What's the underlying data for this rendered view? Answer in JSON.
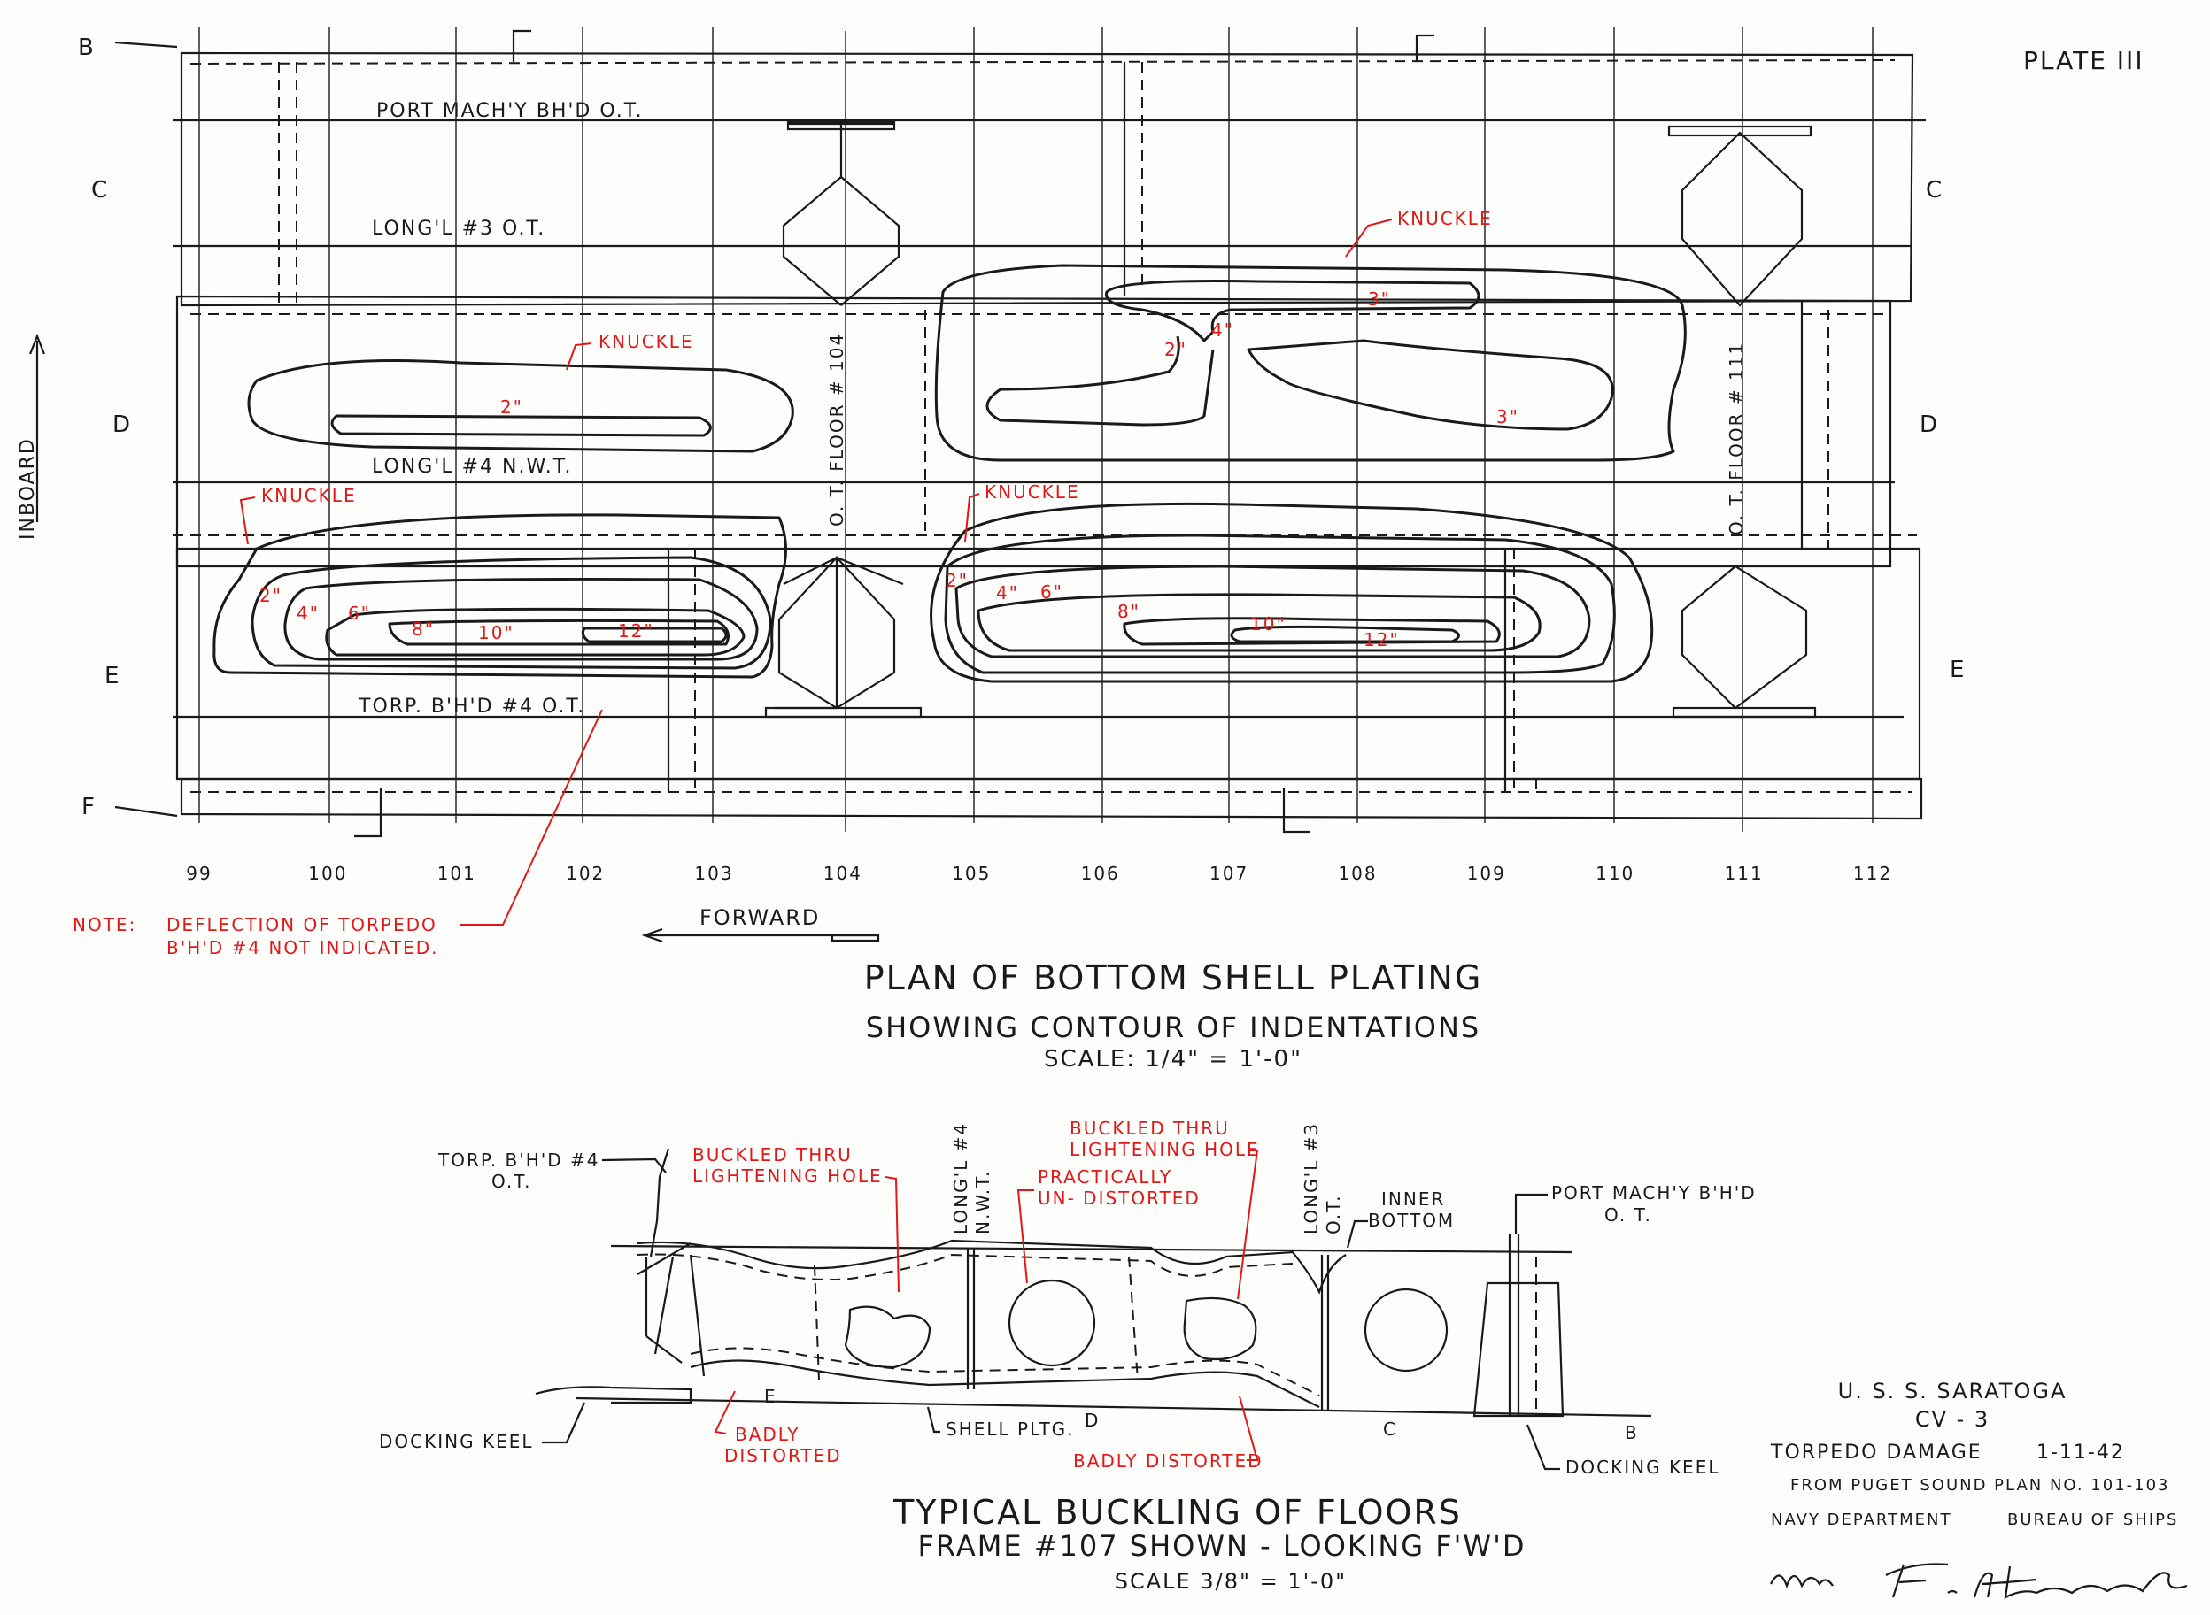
{
  "plate": "PLATE  III",
  "inboard_label": "INBOARD",
  "forward_label": "FORWARD",
  "row_letters": {
    "B": "B",
    "C": "C",
    "D": "D",
    "E": "E",
    "F": "F"
  },
  "frames": [
    "99",
    "100",
    "101",
    "102",
    "103",
    "104",
    "105",
    "106",
    "107",
    "108",
    "109",
    "110",
    "111",
    "112"
  ],
  "plan": {
    "bulkheads": {
      "port": "PORT  MACH'Y  BH'D  O.T.",
      "long3": "LONG'L #3   O.T.",
      "long4": "LONG'L #4   N.W.T.",
      "torp": "TORP.  B'H'D #4  O.T."
    },
    "floor104": "O. T.  FLOOR # 104",
    "floor111": "O. T.  FLOOR # 111",
    "knuckle": "KNUCKLE",
    "contour_labels": {
      "d_left": "2\"",
      "d_r1": "2\"",
      "d_r2": "4\"",
      "d_r3": "3\"",
      "d_r4": "3\"",
      "e_l": [
        "2\"",
        "4\"",
        "6\"",
        "8\"",
        "10\"",
        "12\""
      ],
      "e_r": [
        "2\"",
        "4\"",
        "6\"",
        "8\"",
        "10\"",
        "12\""
      ]
    },
    "note_lead": "NOTE:",
    "note_line1": "DEFLECTION  OF  TORPEDO",
    "note_line2": "B'H'D #4  NOT  INDICATED.",
    "title": "PLAN  OF  BOTTOM  SHELL  PLATING",
    "subtitle": "SHOWING  CONTOUR  OF  INDENTATIONS",
    "scale": "SCALE:   1/4\" = 1'-0\""
  },
  "section": {
    "torp_line1": "TORP. B'H'D #4",
    "torp_line2": "O.T.",
    "buckled1_line1": "BUCKLED THRU",
    "buckled1_line2": "LIGHTENING HOLE",
    "long4_line1": "LONG'L #4",
    "long4_line2": "N.W.T.",
    "practically_line1": "PRACTICALLY",
    "practically_line2": "UN- DISTORTED",
    "buckled2_line1": "BUCKLED  THRU",
    "buckled2_line2": "LIGHTENING  HOLE",
    "long3_line1": "LONG'L #3",
    "long3_line2": "O.T.",
    "inner_line1": "INNER",
    "inner_line2": "BOTTOM",
    "port_line1": "PORT MACH'Y B'H'D",
    "port_line2": "O. T.",
    "docking_keel": "DOCKING KEEL",
    "badly1_line1": "BADLY",
    "badly1_line2": "DISTORTED",
    "shell": "SHELL PLTG.",
    "badly2": "BADLY  DISTORTED",
    "letters": {
      "E": "E",
      "D": "D",
      "C": "C",
      "B": "B"
    },
    "title": "TYPICAL  BUCKLING  OF  FLOORS",
    "subtitle": "FRAME #107 SHOWN - LOOKING  F'W'D",
    "scale": "SCALE  3/8\" = 1'-0\""
  },
  "titleblock": {
    "ship": "U. S. S. SARATOGA",
    "hull": "CV - 3",
    "damage": "TORPEDO   DAMAGE",
    "date": "1-11-42",
    "from": "FROM  PUGET  SOUND  PLAN  NO. 101-103",
    "navy": "NAVY  DEPARTMENT",
    "bureau": "BUREAU  OF  SHIPS"
  }
}
